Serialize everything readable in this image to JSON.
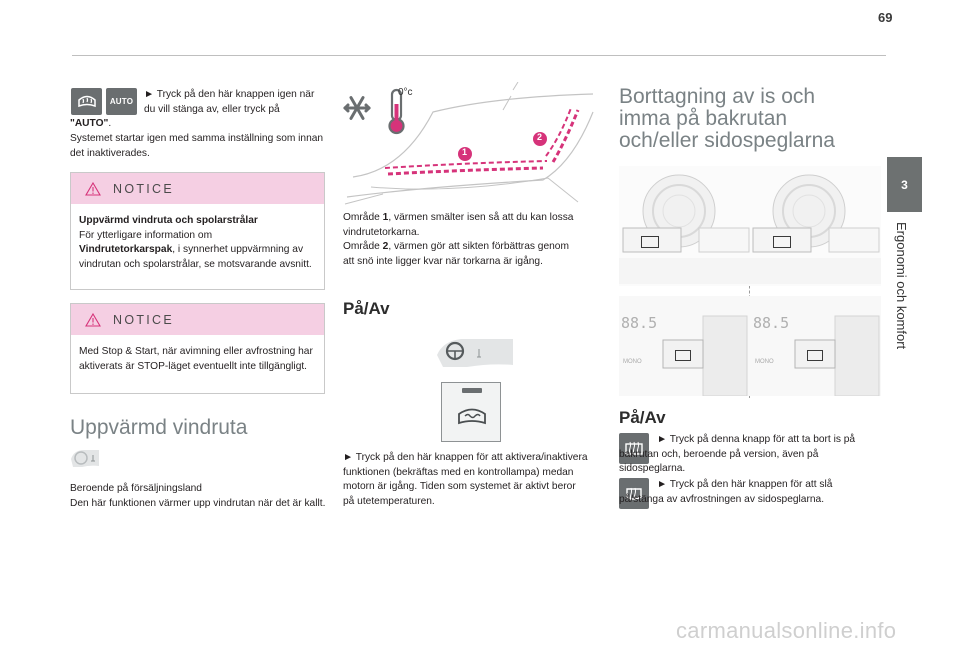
{
  "page_number": "69",
  "side_tab": {
    "number": "3",
    "label": "Ergonomi och komfort"
  },
  "col1": {
    "intro_bullet": "► Tryck på den här knappen igen när du vill stänga av, eller tryck på",
    "intro_auto": "\"AUTO\"",
    "intro_after_auto": ".",
    "auto_badge": "AUTO",
    "intro_line2": "Systemet startar igen med samma inställning som innan det inaktiverades.",
    "notice1": {
      "title": "NOTICE",
      "bold_heading": "Uppvärmd vindruta och spolarstrålar",
      "text_a": "För ytterligare information om",
      "bold_ref": "Vindrutetorkarspak",
      "text_b": ", i synnerhet uppvärmning av vindrutan och spolarstrålar, se motsvarande avsnitt."
    },
    "notice2": {
      "title": "NOTICE",
      "text": "Med Stop & Start, när avimning eller avfrostning har aktiverats är STOP-läget eventuellt inte tillgängligt."
    },
    "heated_title": "Uppvärmd vindruta",
    "heated_text1": "Beroende på försäljningsland",
    "heated_text2": "Den här funktionen värmer upp vindrutan när det är kallt."
  },
  "col2": {
    "temp_label": "0°c",
    "marker1": "1",
    "marker2": "2",
    "area_text1_pre": "Område ",
    "area_text1_num": "1",
    "area_text1_post": ", värmen smälter isen så att du kan lossa vindrutetorkarna.",
    "area_text2_pre": "Område ",
    "area_text2_num": "2",
    "area_text2_post": ", värmen gör att sikten förbättras genom att snö inte ligger kvar när torkarna är igång.",
    "on_off_title": "På/Av",
    "on_off_text": "► Tryck på den här knappen för att aktivera/inaktivera funktionen (bekräftas med en kontrollampa) medan motorn är igång. Tiden som systemet är aktivt beror på utetemperaturen."
  },
  "col3": {
    "title": "Borttagning av is och imma på bakrutan och/eller sidospeglarna",
    "panel_display_left": "88.5",
    "panel_display_right": "88.5",
    "panel_mono_left": "MONO",
    "panel_mono_right": "MONO",
    "on_off_title": "På/Av",
    "bullet1": "► Tryck på denna knapp för att ta bort is på bakrutan och, beroende på version, även på sidospeglarna.",
    "bullet2": "► Tryck på den här knappen för att slå på/stänga av avfrostningen av sidospeglarna."
  },
  "footer_mark": "carmanualsonline.info",
  "colors": {
    "notice_bg": "#f5cfe3",
    "tab_bg": "#6d7171",
    "heading_gray": "#7a8285",
    "accent_magenta": "#d6337a"
  }
}
